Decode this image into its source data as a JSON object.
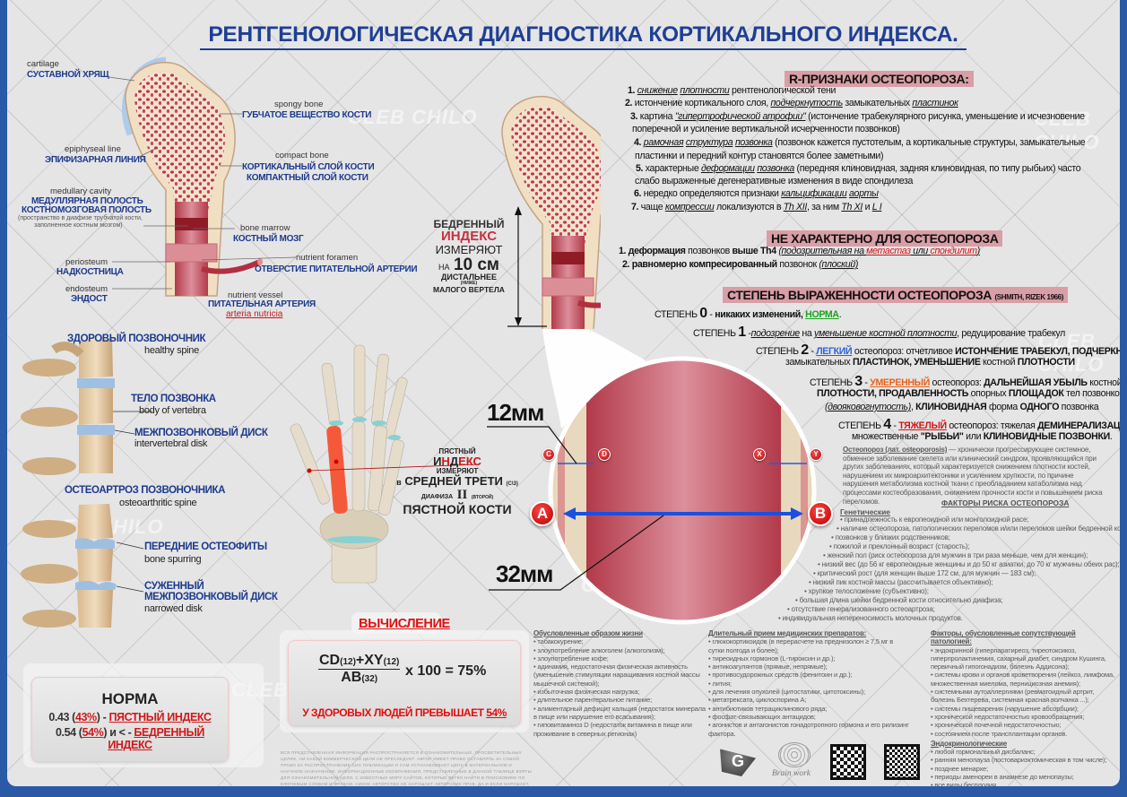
{
  "title": "РЕНТГЕНОЛОГИЧЕСКАЯ ДИАГНОСТИКА КОРТИКАЛЬНОГО ИНДЕКСА.",
  "watermark": "CLEB CHILO",
  "colors": {
    "frame": "#2a59a6",
    "title": "#1f3f94",
    "header_bg": "#d99ea6",
    "accent_red": "#d01818",
    "bone_red": "#c44a5a"
  },
  "femur_labels": {
    "cartilage_en": "cartilage",
    "cartilage_ru": "СУСТАВНОЙ ХРЯЩ",
    "spongy_en": "spongy bone",
    "spongy_ru": "ГУБЧАТОЕ ВЕЩЕСТВО КОСТИ",
    "epiphyseal_en": "epiphyseal line",
    "epiphyseal_ru": "ЭПИФИЗАРНАЯ ЛИНИЯ",
    "compact_en": "compact bone",
    "compact_ru1": "КОРТИКАЛЬНЫЙ СЛОЙ КОСТИ",
    "compact_ru2": "КОМПАКТНЫЙ СЛОЙ КОСТИ",
    "medullary_en": "medullary cavity",
    "medullary_ru1": "МЕДУЛЛЯРНАЯ ПОЛОСТЬ",
    "medullary_ru2": "КОСТНОМОЗГОВАЯ ПОЛОСТЬ",
    "medullary_note1": "(пространство в диафизе трубчатой кости,",
    "medullary_note2": "заполненное костным мозгом)",
    "marrow_en": "bone marrow",
    "marrow_ru": "КОСТНЫЙ МОЗГ",
    "periosteum_en": "periosteum",
    "periosteum_ru": "НАДКОСТНИЦА",
    "foramen_en": "nutrient foramen",
    "foramen_ru": "ОТВЕРСТИЕ ПИТАТЕЛЬНОЙ АРТЕРИИ",
    "endosteum_en": "endosteum",
    "endosteum_ru": "ЭНДОСТ",
    "vessel_en": "nutrient vessel",
    "vessel_ru": "ПИТАТЕЛЬНАЯ АРТЕРИЯ",
    "vessel_lat": "arteria nutricia"
  },
  "femoral_index": {
    "l1": "БЕДРЕННЫЙ",
    "l2": "ИНДЕКС",
    "l3": "ИЗМЕРЯЮТ",
    "na": "НА",
    "value": "10 см",
    "l5": "ДИСТАЛЬНЕЕ",
    "l6": "(НИЖЕ)",
    "l7": "МАЛОГО ВЕРТЕЛА"
  },
  "metacarpal_index": {
    "l1": "ПЯСТНЫЙ",
    "l2a": "И",
    "l2b": "Н",
    "l2c": "Д",
    "l2d": "Е",
    "l2e": "КС",
    "l3": "ИЗМЕРЯЮТ",
    "l4a": "в",
    "l4b": "СРЕДНЕЙ ТРЕТИ",
    "l4c": "(С\\3)",
    "l5a": "ДИАФИЗА",
    "l5b": "II",
    "l5c": "(ВТОРОЙ)",
    "l6": "ПЯСТНОЙ КОСТИ"
  },
  "measure": {
    "mm12": "12мм",
    "mm32": "32мм",
    "C": "C",
    "D": "D",
    "X": "X",
    "Y": "Y",
    "A": "A",
    "B": "B"
  },
  "spine": {
    "healthy_ru": "ЗДОРОВЫЙ ПОЗВОНОЧНИК",
    "healthy_en": "healthy spine",
    "body_ru": "ТЕЛО ПОЗВОНКА",
    "body_en": "body of vertebra",
    "disk_ru": "МЕЖПОЗВОНКОВЫЙ ДИСК",
    "disk_en": "intervertebral disk",
    "oa_ru": "ОСТЕОАРТРОЗ ПОЗВОНОЧНИКА",
    "oa_en": "osteoarthritic spine",
    "spur_ru": "ПЕРЕДНИЕ ОСТЕОФИТЫ",
    "spur_en": "bone spurring",
    "narrow_ru1": "СУЖЕННЫЙ",
    "narrow_ru2": "МЕЖПОЗВОНКОВЫЙ ДИСК",
    "narrow_en": "narrowed disk"
  },
  "r_signs": {
    "header": "R-ПРИЗНАКИ ОСТЕОПОРОЗА:",
    "lines": [
      [
        [
          "1. ",
          "b"
        ],
        [
          "снижение",
          "i"
        ],
        [
          " "
        ],
        [
          "плотности",
          "i"
        ],
        [
          " рентгенологической тени"
        ]
      ],
      [
        [
          "2. ",
          "b"
        ],
        [
          "истончение кортикального слоя, "
        ],
        [
          "подчеркнутость",
          "i"
        ],
        [
          " замыкательных "
        ],
        [
          "пластинок",
          "i"
        ]
      ],
      [
        [
          "3. ",
          "b"
        ],
        [
          "картина "
        ],
        [
          "\"гипертрофической атрофии\"",
          "i"
        ],
        [
          " (истончение трабекулярного рисунка, уменьшение и исчезновение"
        ]
      ],
      [
        [
          "поперечной и усиление вертикальной исчерченности позвонков)"
        ]
      ],
      [
        [
          "4. ",
          "b"
        ],
        [
          "рамочная",
          "i"
        ],
        [
          " "
        ],
        [
          "структура",
          "i"
        ],
        [
          " "
        ],
        [
          "позвонка",
          "i"
        ],
        [
          " (позвонок кажется пустотелым, а кортикальные структуры, замыкательные"
        ]
      ],
      [
        [
          "пластинки и передний контур становятся более заметными)"
        ]
      ],
      [
        [
          "5. ",
          "b"
        ],
        [
          "характерные "
        ],
        [
          "деформации",
          "i"
        ],
        [
          " "
        ],
        [
          "позвонка",
          "i"
        ],
        [
          " (передняя клиновидная, задняя клиновидная, по типу рыбьих) часто"
        ]
      ],
      [
        [
          "слабо выраженные дегенеративные изменения в виде спондилеза"
        ]
      ],
      [
        [
          "6. ",
          "b"
        ],
        [
          "нередко определяются признаки "
        ],
        [
          "кальцификации",
          "i"
        ],
        [
          " "
        ],
        [
          "аорты",
          "i"
        ]
      ],
      [
        [
          "7. ",
          "b"
        ],
        [
          "чаще "
        ],
        [
          "компрессии",
          "i"
        ],
        [
          " локализуются в "
        ],
        [
          "Th XII",
          "i"
        ],
        [
          ", за ним "
        ],
        [
          "Th XI",
          "i"
        ],
        [
          " и "
        ],
        [
          "L I",
          "i"
        ]
      ]
    ]
  },
  "not_typical": {
    "header": "НЕ ХАРАКТЕРНО ДЛЯ ОСТЕОПОРОЗА",
    "lines": [
      [
        [
          "1. деформация",
          "b"
        ],
        [
          " позвонков "
        ],
        [
          "выше Th4",
          "b"
        ],
        [
          " "
        ],
        [
          "(подозрительная на ",
          "i"
        ],
        [
          "метастаз",
          "i r"
        ],
        [
          " или ",
          "i"
        ],
        [
          "спондилит",
          "i r"
        ],
        [
          ")",
          "i"
        ]
      ],
      [
        [
          "2. равномерно компресированный",
          "b"
        ],
        [
          " позвонок "
        ],
        [
          "(плоский)",
          "i"
        ]
      ]
    ]
  },
  "degree": {
    "header": "СТЕПЕНЬ ВЫРАЖЕННОСТИ ОСТЕОПОРОЗА",
    "header_ref": "(SHMITH, RIZEK 1966)",
    "lines": [
      [
        [
          "СТЕПЕНЬ "
        ],
        [
          "0",
          "big"
        ],
        [
          " - "
        ],
        [
          "никаких изменений, ",
          "b"
        ],
        [
          "НОРМА",
          "g"
        ],
        [
          "."
        ]
      ],
      [
        [
          "СТЕПЕНЬ "
        ],
        [
          "1",
          "big"
        ],
        [
          " -"
        ],
        [
          "подозрение",
          "i"
        ],
        [
          " на "
        ],
        [
          "уменьшение костной плотности",
          "i"
        ],
        [
          ", редуцирование трабекул"
        ]
      ],
      [
        [
          "СТЕПЕНЬ "
        ],
        [
          "2",
          "big"
        ],
        [
          " - "
        ],
        [
          "ЛЕГКИЙ",
          "bl"
        ],
        [
          " остеопороз: отчетливое "
        ],
        [
          "ИСТОНЧЕНИЕ ТРАБЕКУЛ, ПОДЧЕРКНУТОСТЬ",
          "b"
        ]
      ],
      [
        [
          "замыкательных "
        ],
        [
          "ПЛАСТИНОК, УМЕНЬШЕНИЕ",
          "b"
        ],
        [
          " костной "
        ],
        [
          "ПЛОТНОСТИ",
          "b"
        ]
      ],
      [
        [
          "СТЕПЕНЬ "
        ],
        [
          "3",
          "big"
        ],
        [
          " - "
        ],
        [
          "УМЕРЕННЫЙ",
          "o"
        ],
        [
          " остеопороз: "
        ],
        [
          "ДАЛЬНЕЙШАЯ УБЫЛЬ",
          "b"
        ],
        [
          " костной"
        ]
      ],
      [
        [
          "ПЛОТНОСТИ, ПРОДАВЛЕННОСТЬ",
          "b"
        ],
        [
          " опорных "
        ],
        [
          "ПЛОЩАДОК",
          "b"
        ],
        [
          " тел позвонков"
        ]
      ],
      [
        [
          "(двояковогнутость)",
          "i"
        ],
        [
          ", "
        ],
        [
          "КЛИНОВИДНАЯ",
          "b"
        ],
        [
          " форма "
        ],
        [
          "ОДНОГО",
          "b"
        ],
        [
          " позвонка"
        ]
      ],
      [
        [
          "СТЕПЕНЬ "
        ],
        [
          "4",
          "big"
        ],
        [
          " - "
        ],
        [
          "ТЯЖЕЛЫЙ",
          "rr"
        ],
        [
          " остеопороз: тяжелая "
        ],
        [
          "ДЕМИНЕРАЛИЗАЦИЯ",
          "b"
        ],
        [
          ","
        ]
      ],
      [
        [
          "множественные "
        ],
        [
          "\"РЫБЬИ\"",
          "b"
        ],
        [
          " или  "
        ],
        [
          "КЛИНОВИДНЫЕ ПОЗВОНКИ",
          "b"
        ],
        [
          "."
        ]
      ]
    ]
  },
  "definition": [
    [
      "Остеопороз (лат. osteoporosis)",
      "b u"
    ],
    [
      " — хронически прогрессирующее системное, обменное заболевание скелета или клинический синдром, проявляющийся при других заболеваниях, который характеризуется снижением плотности костей, нарушением их микроархитектоники и усилением хрупкости, по причине нарушения метаболизма костной ткани с преобладанием катаболизма над процессами костеобразования, снижением прочности кости и повышением риска переломов."
    ]
  ],
  "risk": {
    "header": "ФАКТОРЫ РИСКА ОСТЕОПОРОЗА",
    "genetic_header": "Генетические",
    "genetic": [
      "принадлежность к европеоидной или монголоидной расе;",
      "наличие остеопороза, патологических переломов и/или переломов шейки бедренной кости и",
      "позвонков у близких родственников;",
      "пожилой и преклонный возраст (старость);",
      "женский пол (риск остеопороза для мужчин в три раза меньше, чем для женщин);",
      "низкий вес (до 56 кг европеоидные женщины и до 50 кг азиатки, до 70 кг мужчины обеих рас);",
      "критический рост (для женщин выше 172 см, для мужчин — 183 см);",
      "низкий пик костной массы (рассчитывается объективно);",
      "хрупкое телосложение (субъективно);",
      "большая длина шейки бедренной кости относительно диафиза;",
      "отсутствие генерализованного остеоартроза;",
      "индивидуальная непереносимость молочных продуктов."
    ],
    "lifestyle_header": "Обусловленные образом жизни",
    "lifestyle": [
      "табакокурение;",
      "злоупотребление алкоголем (алкоголизм);",
      "злоупотребление кофе;",
      "адинамия, недостаточная физическая активность (уменьшение стимуляции наращивания костной массы мышечной системой);",
      "избыточная физическая нагрузка;",
      "длительное парентеральное питание;",
      "алиментарный дефицит кальция (недостаток минерала в пище или нарушение его всасывания);",
      "гиповитаминоз D (недостаток витамина в пище или проживание в северных регионах)"
    ],
    "drugs_header": "Длительный прием медицинских препаратов:",
    "drugs": [
      "глюкокортикоидов (в перерасчете на преднизолон ≥ 7,5 мг в сутки полгода и более);",
      "тиреоидных гормонов (L-тироксин и др.);",
      "антикоагулянтов (прямые, непрямые);",
      "противосудорожных средств (фенитоин и др.);",
      "лития;",
      "для лечения опухолей (цитостатики, цитотоксины);",
      "метатрексата, циклоспорина А;",
      "антибиотиков тетрациклинового ряда;",
      "фосфат-связывающих антацидов;",
      "агонистов и антагонистов гонадотропного гормона и его рилизинг фактора."
    ],
    "pathology_header": "Факторы, обусловленные сопутствующей патологией:",
    "pathology": [
      "эндокринной (гиперпаратиреоз, тиреотоксикоз, гиперпролактинемия, сахарный диабет, синдром Кушинга, первичный гипогонадизм, болезнь Аддисона);",
      "системы крови и органов кроветворения (лейкоз, лимфома, множественная миелома, пернициозная анемия);",
      "системными аутоаллергиями (ревматоидный артрит, болезнь Бехтерева, системная красная волчанка ...);",
      "системы пищеварения (нарушение абсорбции);",
      "хронической недостаточностью кровообращения;",
      "хронической почечной недостаточностью;",
      "состоянием после трансплантации органов."
    ],
    "endocrine_header": "Эндокринологические",
    "endocrine": [
      "любой гормональный дисбаланс;",
      "ранняя менопауза (постовариэктомическая в том числе);",
      "позднее менархе;",
      "периоды аменореи в анамнезе до менопаузы;",
      "все виды бесплодия."
    ]
  },
  "norm": {
    "title": "НОРМА",
    "line1": [
      [
        "0.43 ("
      ],
      [
        "43%",
        "rr"
      ],
      [
        ") - "
      ],
      [
        "ПЯСТНЫЙ ИНДЕКС",
        "rr"
      ]
    ],
    "line2": [
      [
        "0.54 ("
      ],
      [
        "54%",
        "rr"
      ],
      [
        ") и < - "
      ],
      [
        "БЕДРЕННЫЙ ИНДЕКС",
        "rr"
      ]
    ]
  },
  "calc": {
    "label": "ВЫЧИСЛЕНИЕ",
    "num_cd": "CD",
    "num_cd_sub": "(12)",
    "plus": "+",
    "num_xy": "XY",
    "num_xy_sub": "(12)",
    "den": "AB",
    "den_sub": "(32)",
    "rest": "x 100 = 75%",
    "note": "У ЗДОРОВЫХ ЛЮДЕЙ ПРЕВЫШАЕТ ",
    "note_value": "54%"
  },
  "disclaimer": "Вся представленная информация распространяется в ознакомительных, просветительных целях, ни какой коммерческой цели не преследует. Автор имеет право оставлять за собой право за распространение сих публикации и сам устанавливает цену в материальном и научном назначении. Информационные изображения, представленные в данной таблице взяты для ознакомительной цели, с известных миру сайтов, которые легко найти в поисковике по ключевым словам и фразам. Никое авторство не нарушает авторских прав, да и если нарушает, автору как-то параллельно на это на самом деле. Автор, дизайнер и пользователь это один человек",
  "footer": {
    "logo_letter": "G",
    "brain_label": "Brain work"
  }
}
